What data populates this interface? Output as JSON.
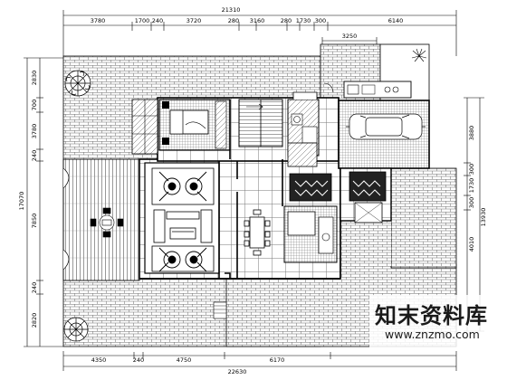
{
  "dimensions": {
    "top_total": "21310",
    "top_segments": [
      "3780",
      "1700",
      "240",
      "3720",
      "280",
      "3160",
      "280",
      "1730",
      "300",
      "6140"
    ],
    "upper_sub": "3250",
    "left_total": "17070",
    "left_segments": [
      "2830",
      "700",
      "3780",
      "240",
      "7850",
      "240",
      "2820"
    ],
    "right_total": "13930",
    "right_segments": [
      "3880",
      "300",
      "1730",
      "300",
      "4010"
    ],
    "bottom_segments": [
      "4350",
      "240",
      "4750",
      "6170"
    ],
    "bottom_total": "22630"
  },
  "watermark": {
    "title": "知末资料库",
    "url": "www.znzmo.com"
  }
}
